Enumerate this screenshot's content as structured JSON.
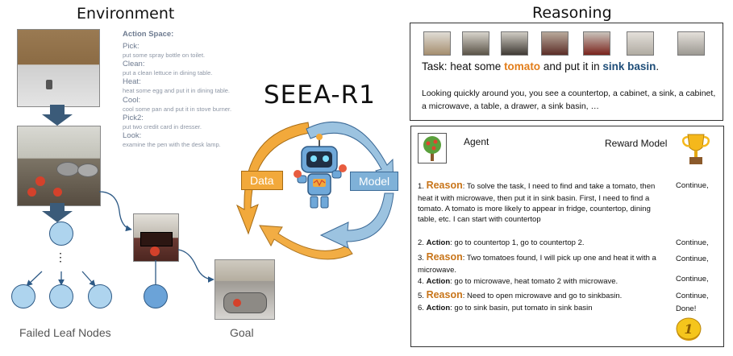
{
  "environment": {
    "title": "Environment",
    "action_space": {
      "title": "Action Space:",
      "actions": [
        {
          "name": "Pick:",
          "desc": "put some spray bottle on toilet."
        },
        {
          "name": "Clean:",
          "desc": "put a clean lettuce in dining table."
        },
        {
          "name": "Heat:",
          "desc": "heat some egg and put it in dining table."
        },
        {
          "name": "Cool:",
          "desc": "cool some pan and put it in stove burner."
        },
        {
          "name": "Pick2:",
          "desc": "put two credit card in dresser."
        },
        {
          "name": "Look:",
          "desc": "examine the pen with the desk lamp."
        }
      ]
    },
    "ellipsis": "⋮",
    "failed_label": "Failed Leaf Nodes",
    "goal_label": "Goal"
  },
  "center": {
    "title": "SEEA-R1",
    "data_label": "Data",
    "model_label": "Model"
  },
  "reasoning": {
    "title": "Reasoning",
    "task": {
      "prefix": "Task: heat some ",
      "object": "tomato",
      "middle": " and put it in ",
      "target": "sink basin",
      "suffix": "."
    },
    "observation": "Looking quickly around you, you see a countertop, a cabinet, a sink, a cabinet, a microwave, a table, a drawer, a sink basin, …",
    "agent_label": "Agent",
    "reward_label": "Reward Model",
    "steps": [
      {
        "num": "1.",
        "kw": "Reason",
        "text": ": To solve the task, I need to find and take a tomato, then heat it with microwave, then put it in sink basin. First, I need to find a tomato. A tomato is more likely to appear in fridge, countertop, dining table, etc. I can start with countertop",
        "verdict": "Continue,"
      },
      {
        "num": "2.",
        "kw": "Action",
        "text": ": go to countertop 1, go to countertop 2.",
        "verdict": "Continue,"
      },
      {
        "num": "3.",
        "kw": "Reason",
        "text": ": Two tomatoes found, I will pick up one and heat it with a microwave.",
        "verdict": "Continue,"
      },
      {
        "num": "4.",
        "kw": "Action",
        "text": ": go to microwave, heat tomato 2 with microwave.",
        "verdict": "Continue,"
      },
      {
        "num": "5.",
        "kw": "Reason",
        "text": ": Need to open microwave and go to sinkbasin.",
        "verdict": "Continue,"
      },
      {
        "num": "6.",
        "kw": "Action",
        "text": ": go to sink basin, put tomato in sink basin",
        "verdict": "Done!"
      }
    ],
    "coin_value": "1"
  },
  "colors": {
    "data_orange": "#f2a93b",
    "model_blue": "#7fb1d8",
    "node_fill": "#aed4ee",
    "node_stroke": "#2e5a86",
    "reason_keyword": "#c8751a"
  }
}
